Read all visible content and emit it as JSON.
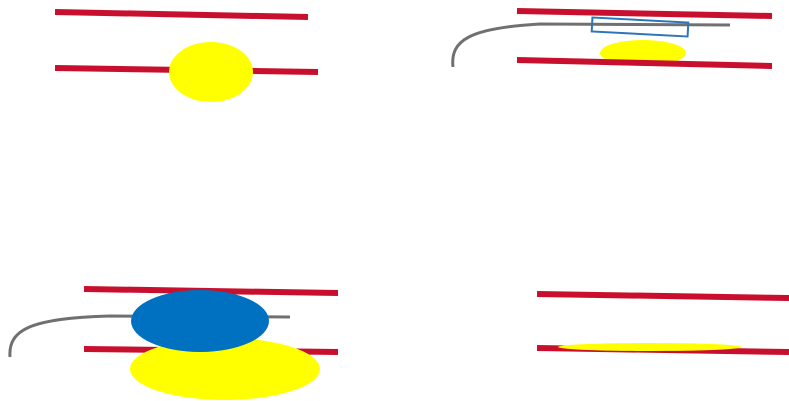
{
  "colors": {
    "background": "#ffffff",
    "vessel_wall": "#c8102e",
    "plaque": "#ffff00",
    "balloon": "#0070c0",
    "balloon_outline": "#2e75b6",
    "catheter_wire": "#707070"
  },
  "panels": [
    {
      "id": "panel-top-left",
      "elements": [
        "vessel-wall-upper",
        "vessel-wall-lower",
        "plaque"
      ]
    },
    {
      "id": "panel-top-right",
      "elements": [
        "vessel-wall-upper",
        "vessel-wall-lower",
        "catheter-wire",
        "deflated-balloon",
        "plaque"
      ]
    },
    {
      "id": "panel-bottom-left",
      "elements": [
        "vessel-wall-upper",
        "vessel-wall-lower",
        "catheter-wire",
        "inflated-balloon",
        "compressed-plaque"
      ]
    },
    {
      "id": "panel-bottom-right",
      "elements": [
        "vessel-wall-upper",
        "vessel-wall-lower",
        "flattened-plaque"
      ]
    }
  ]
}
